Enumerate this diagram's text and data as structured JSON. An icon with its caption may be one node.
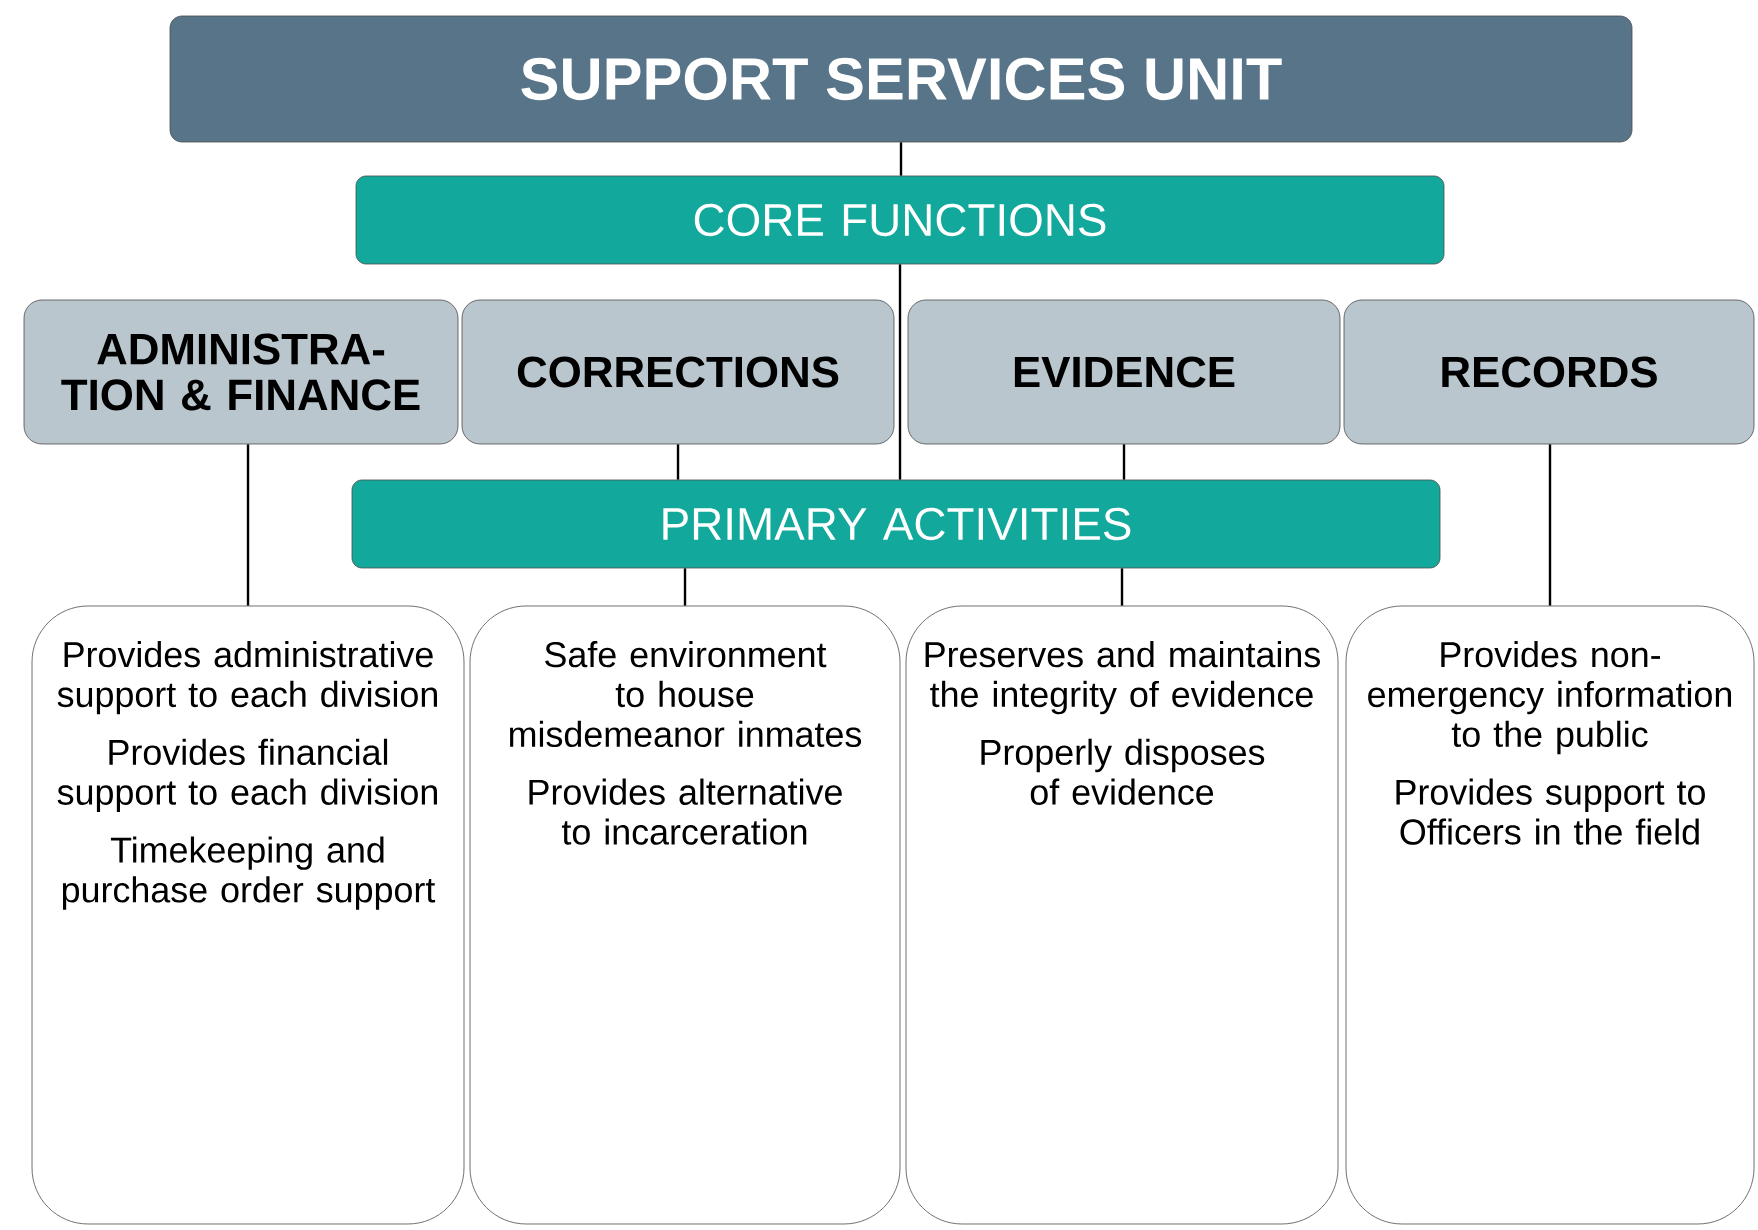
{
  "diagram": {
    "title": "SUPPORT SERVICES UNIT",
    "nodes": [
      {
        "text": [
          "CORE FUNCTIONS"
        ]
      },
      {
        "text": [
          "ADMINISTRA-TION & FINANCE"
        ]
      },
      {
        "text": [
          "CORRECTIONS"
        ]
      },
      {
        "text": [
          "EVIDENCE"
        ]
      },
      {
        "text": [
          "RECORDS"
        ]
      },
      {
        "text": [
          "PRIMARY ACTIVITIES"
        ]
      },
      {
        "text": [
          "Provides administrative support to each division",
          "Provides financial support to each division",
          "Timekeeping and purchase order support"
        ]
      },
      {
        "text": [
          "Safe environment to house misdemeanor inmates",
          "Provides alternative to incarceration"
        ]
      },
      {
        "text": [
          "Preserves and maintains the integrity of evidence",
          "Properly disposes of evidence"
        ]
      },
      {
        "text": [
          "Provides non-emergency information to the public",
          "Provides support to Officers in the field"
        ]
      }
    ],
    "edges": [
      {
        "from": null,
        "to": 0,
        "arrow": "none"
      },
      {
        "from": 0,
        "to": 5,
        "arrow": "none"
      },
      {
        "from": 1,
        "to": 6,
        "arrow": "none"
      },
      {
        "from": 2,
        "to": 5,
        "arrow": "none"
      },
      {
        "from": 5,
        "to": 7,
        "arrow": "none"
      },
      {
        "from": 3,
        "to": 5,
        "arrow": "none"
      },
      {
        "from": 5,
        "to": 8,
        "arrow": "none"
      },
      {
        "from": 4,
        "to": 9,
        "arrow": "none"
      }
    ]
  }
}
